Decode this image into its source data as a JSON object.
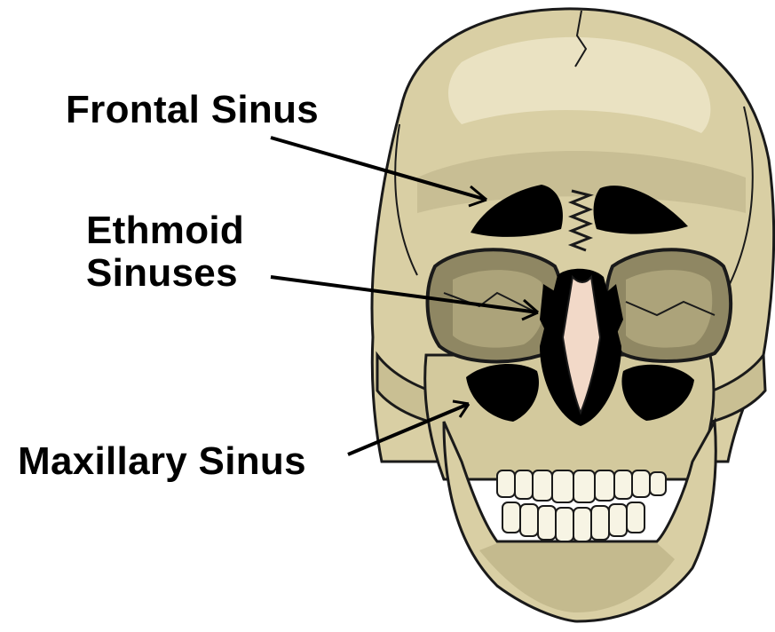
{
  "labels": {
    "frontal": "Frontal Sinus",
    "ethmoid_line1": "Ethmoid",
    "ethmoid_line2": "Sinuses",
    "maxillary": "Maxillary Sinus"
  },
  "colors": {
    "bone": "#d9cfa4",
    "bone_shadow": "#a39a72",
    "bone_highlight": "#efe8cc",
    "sinus": "#000000",
    "teeth": "#f7f4e4",
    "nasal": "#f2d9c8",
    "outline": "#1a1a1a"
  },
  "icons": [
    "skull-illustration"
  ]
}
